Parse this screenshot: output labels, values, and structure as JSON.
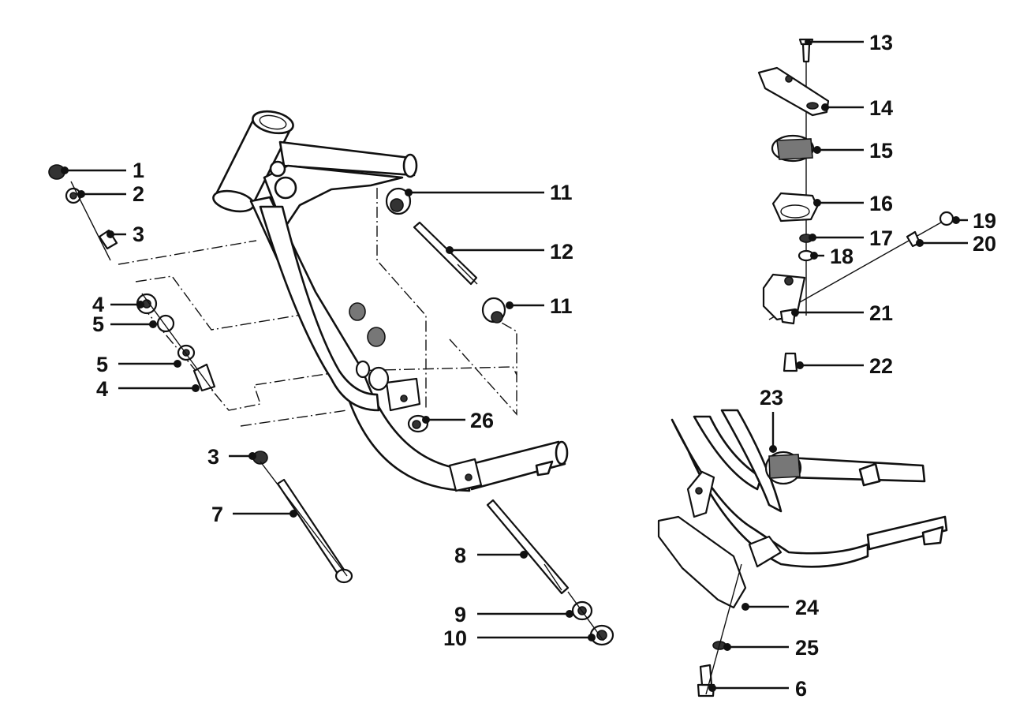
{
  "callouts": [
    {
      "id": "c1",
      "label": "1"
    },
    {
      "id": "c2",
      "label": "2"
    },
    {
      "id": "c3a",
      "label": "3"
    },
    {
      "id": "c4a",
      "label": "4"
    },
    {
      "id": "c5a",
      "label": "5"
    },
    {
      "id": "c5b",
      "label": "5"
    },
    {
      "id": "c4b",
      "label": "4"
    },
    {
      "id": "c3b",
      "label": "3"
    },
    {
      "id": "c7",
      "label": "7"
    },
    {
      "id": "c11a",
      "label": "11"
    },
    {
      "id": "c12",
      "label": "12"
    },
    {
      "id": "c11b",
      "label": "11"
    },
    {
      "id": "c26",
      "label": "26"
    },
    {
      "id": "c8",
      "label": "8"
    },
    {
      "id": "c9",
      "label": "9"
    },
    {
      "id": "c10",
      "label": "10"
    },
    {
      "id": "c13",
      "label": "13"
    },
    {
      "id": "c14",
      "label": "14"
    },
    {
      "id": "c15",
      "label": "15"
    },
    {
      "id": "c16",
      "label": "16"
    },
    {
      "id": "c17",
      "label": "17"
    },
    {
      "id": "c18",
      "label": "18"
    },
    {
      "id": "c19",
      "label": "19"
    },
    {
      "id": "c20",
      "label": "20"
    },
    {
      "id": "c21",
      "label": "21"
    },
    {
      "id": "c22",
      "label": "22"
    },
    {
      "id": "c23",
      "label": "23"
    },
    {
      "id": "c24",
      "label": "24"
    },
    {
      "id": "c25",
      "label": "25"
    },
    {
      "id": "c6",
      "label": "6"
    }
  ]
}
